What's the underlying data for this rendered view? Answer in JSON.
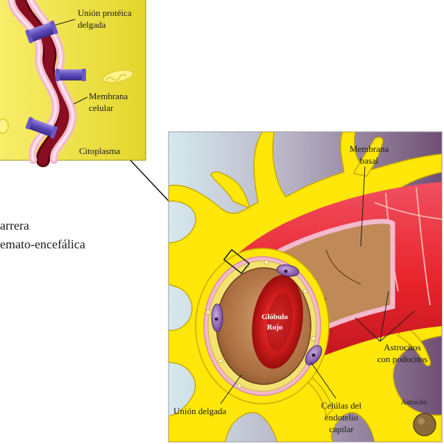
{
  "title": {
    "line1": "arrera",
    "line2": "emato-encefálica"
  },
  "inset": {
    "label_protein_line1": "Unión protéica",
    "label_protein_line2": "delgada",
    "label_membrane_line1": "Membrana",
    "label_membrane_line2": "celular",
    "label_cytoplasm": "Citoplasma"
  },
  "main": {
    "basal_line1": "Membrana",
    "basal_line2": "basal",
    "rbc_line1": "Glóbulo",
    "rbc_line2": "Rojo",
    "astro_line1": "Astrocitos",
    "astro_line2": "con podocitos",
    "tight_junction": "Unión delgada",
    "endo_line1": "Celúlas del",
    "endo_line2": "endotelio",
    "endo_line3": "capilar",
    "astrocyte": "Astrocito"
  },
  "colors": {
    "inset_bg": "#f0e64a",
    "astro_yellow": "#ffe70a",
    "basal_red": "#e8242c",
    "membrane_pink": "#f5b6c8",
    "lumen_brown": "#b07848",
    "red_blood_cell": "#c01818",
    "endothelial_nucleus": "#8a5ab0",
    "panel_light": "#d4e8ee",
    "panel_dark": "#7a5a7e"
  }
}
